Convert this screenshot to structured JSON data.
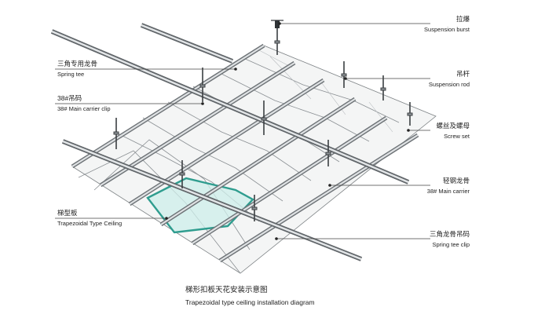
{
  "callouts_right": [
    {
      "cn": "拉爆",
      "en": "Suspension burst"
    },
    {
      "cn": "吊杆",
      "en": "Suspension rod"
    },
    {
      "cn": "螺丝及螺母",
      "en": "Screw set"
    },
    {
      "cn": "轻钢龙骨",
      "en": "38# Main carrier"
    },
    {
      "cn": "三角龙骨吊码",
      "en": "Spring tee clip"
    }
  ],
  "callouts_left": [
    {
      "cn": "三角专用龙骨",
      "en": "Spring tee"
    },
    {
      "cn": "38#吊码",
      "en": "38#  Main carrier clip"
    },
    {
      "cn": "梯型板",
      "en": "Trapezoidal Type Ceiling"
    }
  ],
  "caption": {
    "cn": "梯形扣板天花安装示意图",
    "en": "Trapezoidal type ceiling installation diagram"
  },
  "colors": {
    "highlight_panel": "#3aa89a",
    "panel_fill": "#f4f5f5",
    "rail": "#9ea3a7"
  }
}
